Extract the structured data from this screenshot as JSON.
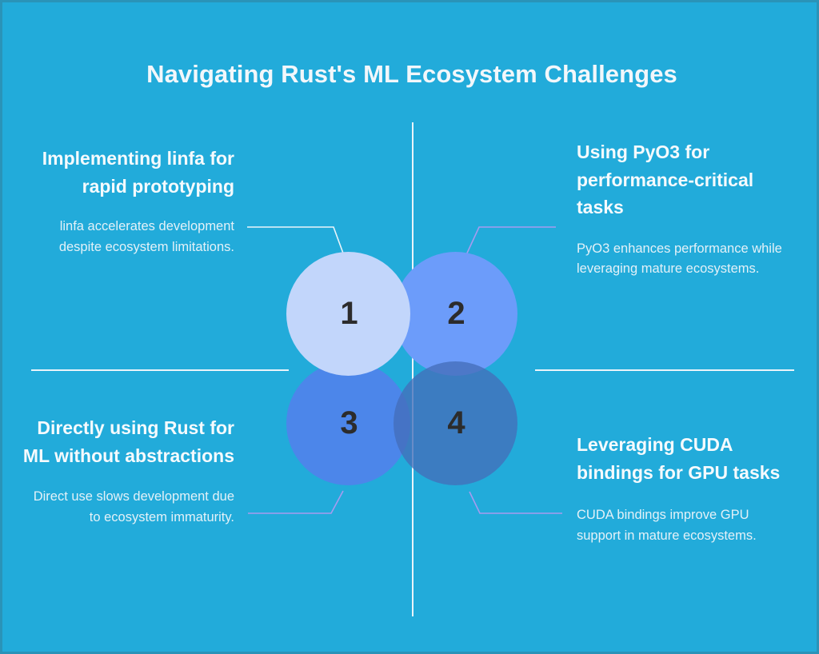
{
  "title": "Navigating Rust's ML Ecosystem Challenges",
  "colors": {
    "background": "#22abda",
    "border": "#2a93b8",
    "title_text": "#f2f7fb",
    "heading_text": "#f5fafd",
    "body_text": "#e3f1f8",
    "divider": "#eaf4fa",
    "numeral_text": "#2c2c2c",
    "circle_1": "#c2d6fb",
    "circle_2": "#6c9cfa",
    "circle_3": "#4c86ea",
    "circle_4": "#5b84c4",
    "connector_left": "#eaf4fa",
    "connector_right": "#a79bf0"
  },
  "quadrants": [
    {
      "number": "1",
      "heading": "Implementing linfa for rapid prototyping",
      "body": "linfa accelerates development despite ecosystem limitations."
    },
    {
      "number": "2",
      "heading": "Using PyO3 for performance-critical tasks",
      "body": "PyO3 enhances performance while leveraging mature ecosystems."
    },
    {
      "number": "3",
      "heading": "Directly using Rust for ML without abstractions",
      "body": "Direct use slows development due to ecosystem immaturity."
    },
    {
      "number": "4",
      "heading": "Leveraging CUDA bindings for GPU tasks",
      "body": "CUDA bindings improve GPU support in mature ecosystems."
    }
  ]
}
